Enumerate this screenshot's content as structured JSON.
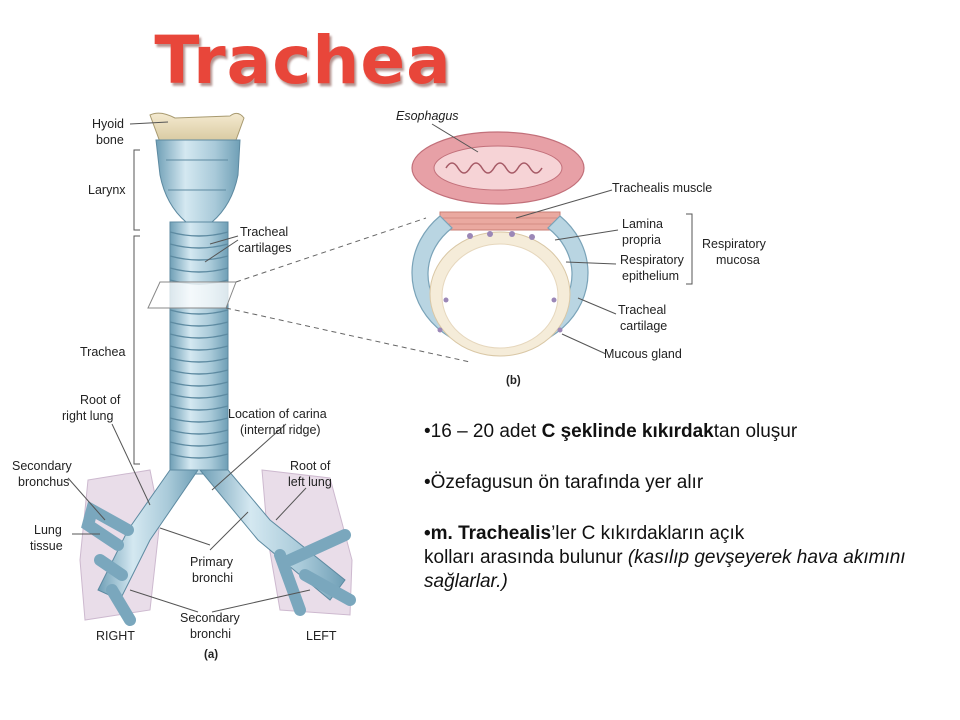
{
  "slide": {
    "title": "Trachea",
    "bullets": [
      {
        "prefix": "•16 – 20 adet ",
        "bold": "C şeklinde kıkırdak",
        "suffix": "tan oluşur"
      },
      {
        "text": "•Özefagusun ön tarafında yer alır"
      },
      {
        "bold_lead": "•m. Trachealis",
        "line1": "’ler C kıkırdakların açık",
        "line2": "kolları arasında bulunur ",
        "italic": "(kasılıp gevşeyerek hava akımını sağlarlar.)"
      }
    ]
  },
  "diagram_a": {
    "labels": {
      "hyoid_1": "Hyoid",
      "hyoid_2": "bone",
      "larynx": "Larynx",
      "tracheal_cart_1": "Tracheal",
      "tracheal_cart_2": "cartilages",
      "trachea": "Trachea",
      "root_right_1": "Root of",
      "root_right_2": "right lung",
      "carina_1": "Location of carina",
      "carina_2": "(internal ridge)",
      "secondary_bronchus_1": "Secondary",
      "secondary_bronchus_2": "bronchus",
      "root_left_1": "Root of",
      "root_left_2": "left lung",
      "lung_tissue_1": "Lung",
      "lung_tissue_2": "tissue",
      "primary_1": "Primary",
      "primary_2": "bronchi",
      "secondary_bronchi_1": "Secondary",
      "secondary_bronchi_2": "bronchi",
      "right": "RIGHT",
      "left": "LEFT",
      "panel": "(a)"
    }
  },
  "diagram_b": {
    "labels": {
      "esophagus": "Esophagus",
      "trachealis": "Trachealis muscle",
      "lamina_1": "Lamina",
      "lamina_2": "propria",
      "resp_epi_1": "Respiratory",
      "resp_epi_2": "epithelium",
      "resp_mucosa_1": "Respiratory",
      "resp_mucosa_2": "mucosa",
      "tracheal_cart_1": "Tracheal",
      "tracheal_cart_2": "cartilage",
      "mucous_gland": "Mucous gland",
      "panel": "(b)"
    }
  },
  "colors": {
    "title": "#e8463a",
    "cartilage": "#b8d6e4",
    "cartilage_dark": "#7aa7bd",
    "muscle": "#e8a2a2",
    "lung": "#e7dbe8"
  }
}
